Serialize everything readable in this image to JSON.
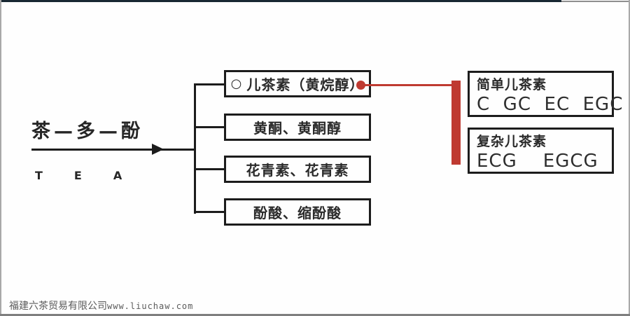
{
  "diagram": {
    "root": {
      "title": "茶—多—酚",
      "subtitle": "TEA"
    },
    "branches": [
      {
        "bullet": "○",
        "label": "儿茶素（黄烷醇）"
      },
      {
        "label": "黄酮、黄酮醇"
      },
      {
        "label": "花青素、花青素"
      },
      {
        "label": "酚酸、缩酚酸"
      }
    ],
    "catechin_groups": [
      {
        "title": "简单儿茶素",
        "items": "C  GC  EC  EGC"
      },
      {
        "title": "复杂儿茶素",
        "items": "ECG    EGCG"
      }
    ],
    "colors": {
      "accent_red": "#bf3a31",
      "line_black": "#1c1c1c"
    }
  },
  "watermark": {
    "company": "福建六茶贸易有限公司",
    "url": "www.liuchaw.com"
  }
}
